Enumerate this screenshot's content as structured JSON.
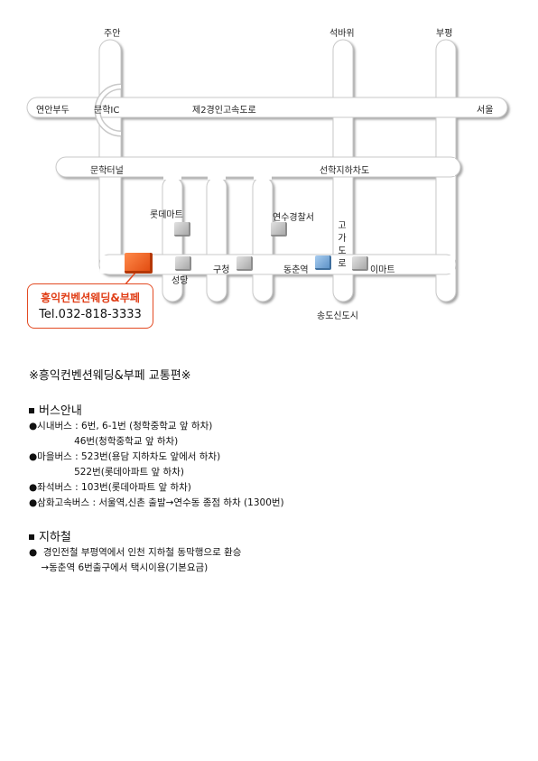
{
  "map": {
    "top_labels": {
      "juan": "주안",
      "seokbawi": "석바위",
      "bupyeong": "부평"
    },
    "highway": {
      "left_end": "연안부두",
      "ic": "문학IC",
      "name": "제2경인고속도로",
      "right_end": "서울"
    },
    "second_road": {
      "tunnel": "문학터널",
      "underpass": "선학지하차도"
    },
    "landmarks": {
      "lotte_mart": "롯데마트",
      "police": "연수경찰서",
      "church": "성당",
      "gucheong": "구청",
      "dongchun": "동춘역",
      "emart": "이마트",
      "overpass": [
        "고",
        "가",
        "도",
        "로"
      ],
      "songdo": "송도신도시"
    },
    "callout": {
      "name": "흥익컨벤션웨딩&부페",
      "tel": "Tel.032-818-3333"
    }
  },
  "heading": "※흥익컨벤션웨딩&부페 교통편※",
  "bus": {
    "title": "버스안내",
    "lines": [
      "●시내버스 : 6번, 6-1번 (청학중학교 앞 하차)",
      "               46번(청학중학교 앞 하차)",
      "●마을버스 : 523번(용담 지하차도 앞에서 하차)",
      "               522번(롯데아파트 앞 하차)",
      "●좌석버스 : 103번(롯데아파트 앞 하차)",
      "●삼화고속버스 : 서울역,신촌 출발→연수동 종점 하차 (1300번)"
    ]
  },
  "subway": {
    "title": "지하철",
    "lines": [
      "●  경인전철 부평역에서 인천 지하철 동막행으로 환승",
      "    →동춘역 6번출구에서 택시이용(기본요금)"
    ]
  },
  "colors": {
    "accent": "#e03c14",
    "road_fill": "#ffffff",
    "road_shadow": "#c4c4c4",
    "station_blue": "#5e93c8"
  }
}
